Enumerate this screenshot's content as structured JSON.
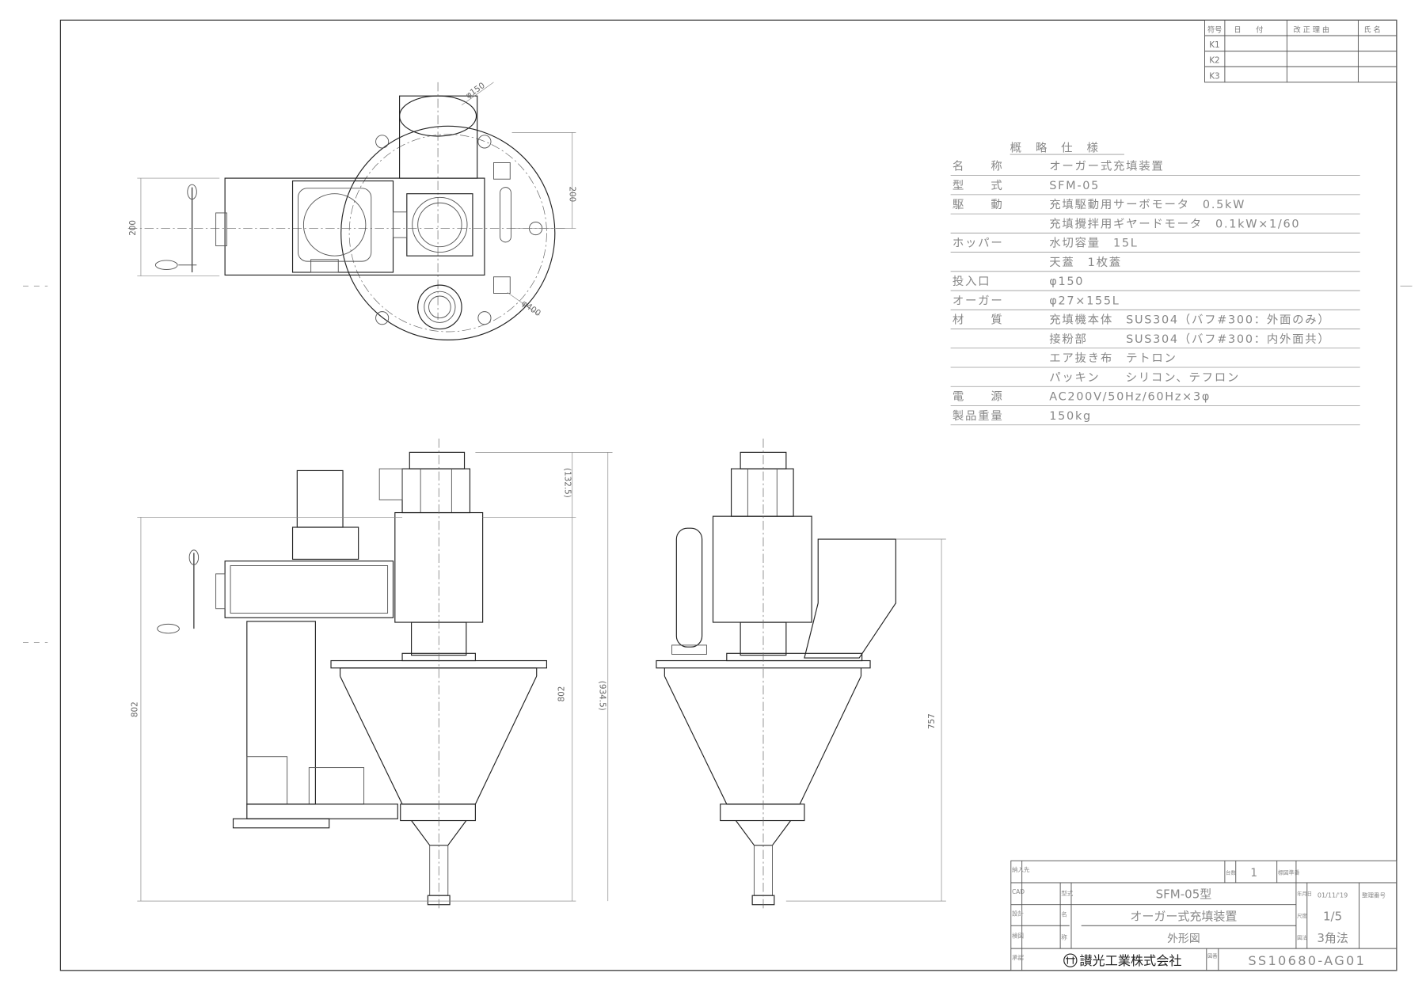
{
  "revision_table": {
    "headers": [
      "符号",
      "日　　付",
      "改 正 理 由",
      "氏 名"
    ],
    "rows": [
      "K1",
      "K2",
      "K3"
    ]
  },
  "spec": {
    "title": "概　略　仕　様",
    "rows": [
      {
        "label": "名　　称",
        "value": "オーガー式充填装置"
      },
      {
        "label": "型　　式",
        "value": "SFM-05"
      },
      {
        "label": "駆　　動",
        "value": "充填駆動用サーボモータ　0.5kW"
      },
      {
        "label": "",
        "value": "充填攪拌用ギヤードモータ　0.1kW×1/60"
      },
      {
        "label": "ホッパー",
        "value": "水切容量　15L"
      },
      {
        "label": "",
        "value": "天蓋　1枚蓋"
      },
      {
        "label": "投入口",
        "value": "φ150"
      },
      {
        "label": "オーガー",
        "value": "φ27×155L"
      },
      {
        "label": "材　　質",
        "value": "充填機本体　SUS304（バフ#300：外面のみ）"
      },
      {
        "label": "",
        "value": "接粉部　　　SUS304（バフ#300：内外面共）"
      },
      {
        "label": "",
        "value": "エア抜き布　テトロン"
      },
      {
        "label": "",
        "value": "パッキン　　シリコン、テフロン"
      },
      {
        "label": "電　　源",
        "value": "AC200V/50Hz/60Hz×3φ"
      },
      {
        "label": "製品重量",
        "value": "150kg"
      }
    ]
  },
  "dimensions": {
    "top_inlet_dia": "φ150",
    "top_hopper_dia": "φ400",
    "top_height_left": "200",
    "top_height_right": "200",
    "front_total_left": "802",
    "front_motor": "(132.5)",
    "front_total": "(934.5)",
    "front_body": "802",
    "side_height": "757"
  },
  "title_block": {
    "delivery_label": "納入先",
    "quantity_label": "台数",
    "quantity": "1",
    "std_no_label": "標図準番",
    "cad_label": "CAD",
    "design_label": "設計",
    "check_label": "検図",
    "approve_label": "承認",
    "model_label": "型式",
    "name_label_1": "名",
    "name_label_2": "称",
    "model": "SFM-05型",
    "name": "オーガー式充填装置",
    "drawing_type": "外形図",
    "date_label": "年月日",
    "date": "01/11/'19",
    "scale_label": "尺度",
    "scale": "1/5",
    "projection_label": "図法",
    "projection": "3角法",
    "ref_label": "整理番号",
    "company": "讃光工業株式会社",
    "drawing_no_label": "図番",
    "drawing_no": "SS10680-AG01"
  }
}
